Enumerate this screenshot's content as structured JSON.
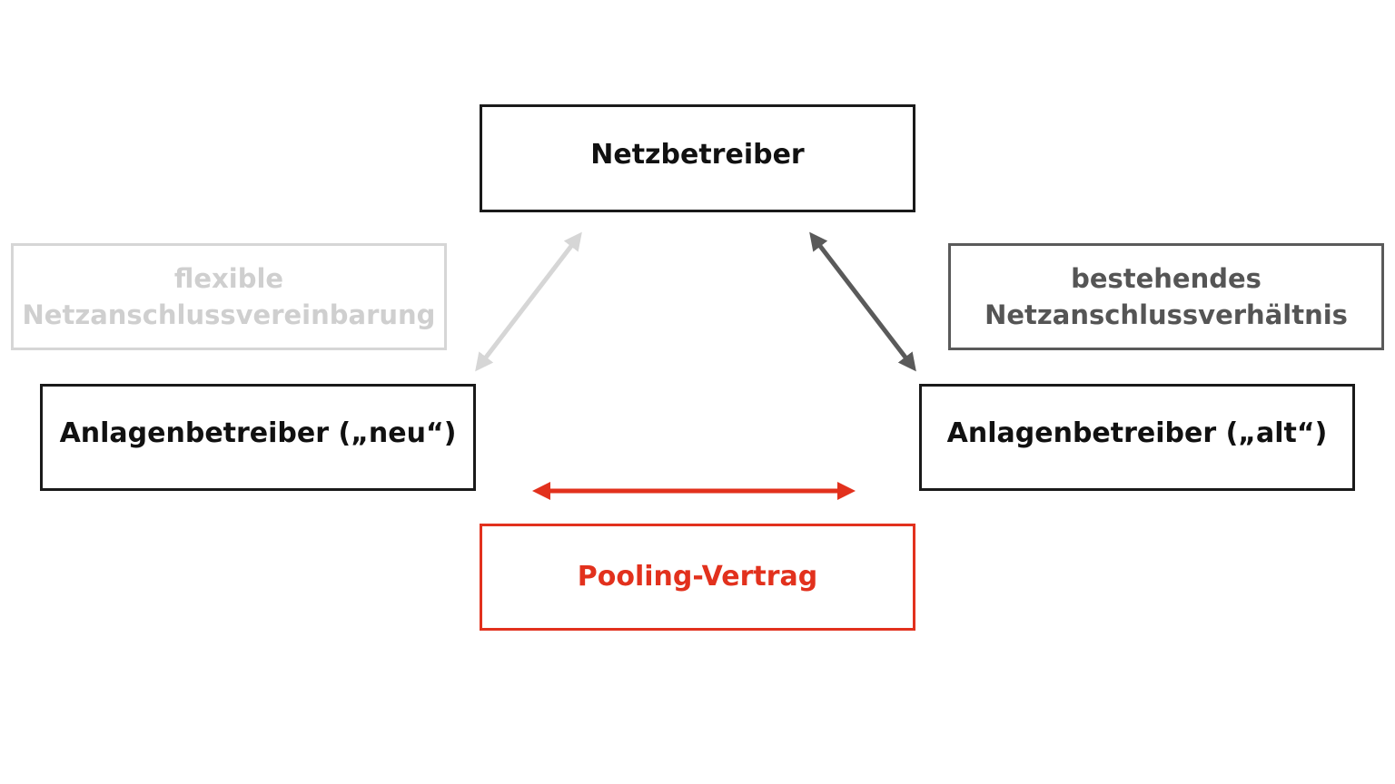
{
  "nodes": {
    "netzbetreiber": "Netzbetreiber",
    "anlagenbetreiber_neu": "Anlagenbetreiber („neu“)",
    "anlagenbetreiber_alt": "Anlagenbetreiber („alt“)",
    "pooling_vertrag": "Pooling-Vertrag"
  },
  "labels": {
    "flexible_line1": "flexible",
    "flexible_line2": "Netzanschlussvereinbarung",
    "bestehendes_line1": "bestehendes",
    "bestehendes_line2": "Netzanschlussverhältnis"
  },
  "colors": {
    "dark": "#1a1a1a",
    "light_gray": "#d6d6d6",
    "mid_gray": "#5a5a5a",
    "accent_red": "#e2311d"
  }
}
